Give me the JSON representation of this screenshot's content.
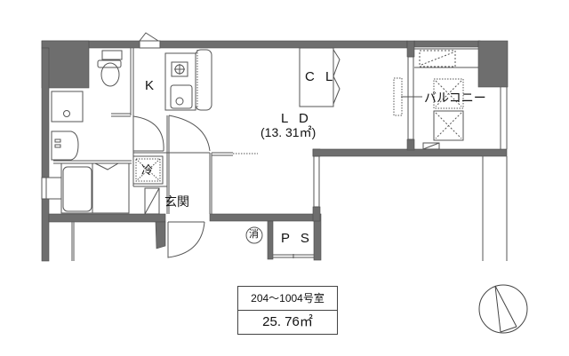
{
  "floorplan": {
    "rooms": {
      "kitchen": "K",
      "closet": "C L",
      "living_dining": "L D",
      "living_dining_area": "(13. 31㎡)",
      "balcony": "バルコニー",
      "refrigerator": "冷",
      "entrance": "玄関",
      "pipe_space": "P S",
      "fire_extinguisher": "消"
    },
    "colors": {
      "wall": "#6e6e6e",
      "line": "#555555",
      "background": "#ffffff"
    }
  },
  "info": {
    "rooms_range": "204～1004号室",
    "total_area": "25. 76㎡"
  },
  "compass": {
    "icon": "north-arrow-icon"
  }
}
